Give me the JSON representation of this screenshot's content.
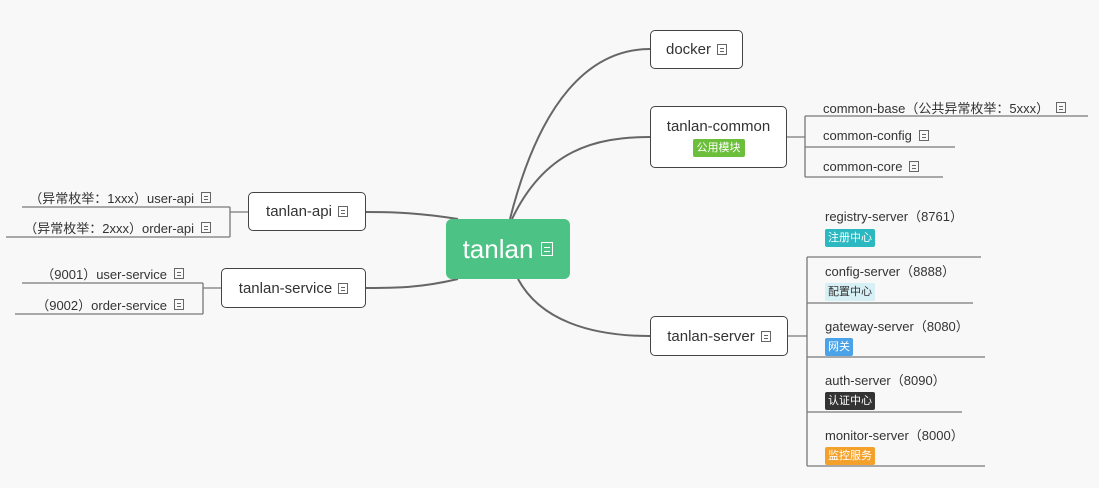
{
  "root": {
    "label": "tanlan"
  },
  "branches": {
    "docker": {
      "label": "docker"
    },
    "common": {
      "label": "tanlan-common",
      "tag": "公用模块",
      "children": [
        "common-base（公共异常枚举：5xxx）",
        "common-config",
        "common-core"
      ]
    },
    "server": {
      "label": "tanlan-server",
      "children": [
        {
          "label": "registry-server（8761）",
          "tag": "注册中心"
        },
        {
          "label": "config-server（8888）",
          "tag": "配置中心"
        },
        {
          "label": "gateway-server（8080）",
          "tag": "网关"
        },
        {
          "label": "auth-server（8090）",
          "tag": "认证中心"
        },
        {
          "label": "monitor-server（8000）",
          "tag": "监控服务"
        }
      ]
    },
    "api": {
      "label": "tanlan-api",
      "children": [
        "（异常枚举：1xxx）user-api",
        "（异常枚举：2xxx）order-api"
      ]
    },
    "service": {
      "label": "tanlan-service",
      "children": [
        "（9001）user-service",
        "（9002）order-service"
      ]
    }
  },
  "colors": {
    "root_fill": "#4cc285",
    "common_tag": "#6bbf3a",
    "registry_tag": "#2bb8c0",
    "config_tag": "#d6f0f6",
    "gateway_tag": "#4aa3e8",
    "auth_tag": "#333333",
    "monitor_tag": "#f3a12a"
  },
  "icons": {
    "note": "note-icon"
  }
}
